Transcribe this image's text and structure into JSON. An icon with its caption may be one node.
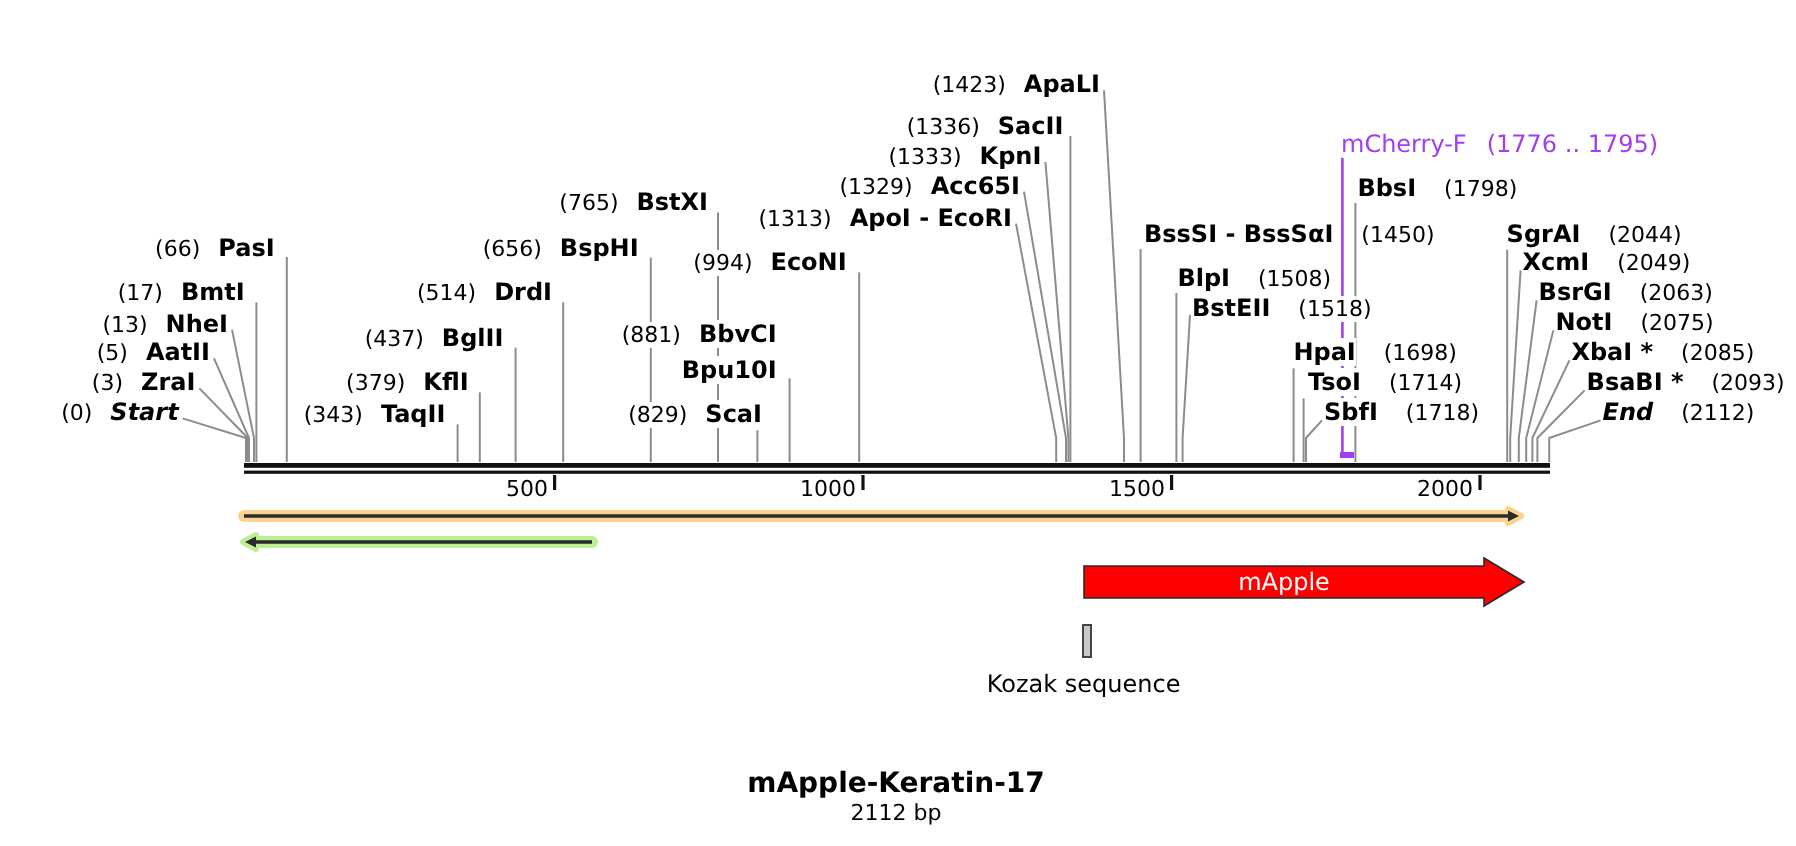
{
  "diagram": {
    "title": "mApple-Keratin-17",
    "caption": "2112 bp",
    "nodes": [
      {
        "text": [
          "(0)",
          "Start"
        ]
      },
      {
        "text": [
          "(3)",
          "ZraI"
        ]
      },
      {
        "text": [
          "(5)",
          "AatII"
        ]
      },
      {
        "text": [
          "(13)",
          "NheI"
        ]
      },
      {
        "text": [
          "(17)",
          "BmtI"
        ]
      },
      {
        "text": [
          "(66)",
          "PasI"
        ]
      },
      {
        "text": [
          "(343)",
          "TaqII"
        ]
      },
      {
        "text": [
          "(379)",
          "KflI"
        ]
      },
      {
        "text": [
          "(437)",
          "BglII"
        ]
      },
      {
        "text": [
          "(514)",
          "DrdI"
        ]
      },
      {
        "text": [
          "(656)",
          "BspHI"
        ]
      },
      {
        "text": [
          "(765)",
          "BstXI"
        ]
      },
      {
        "text": [
          "(829)",
          "ScaI"
        ]
      },
      {
        "text": [
          "(881)",
          "BbvCI",
          "Bpu10I"
        ]
      },
      {
        "text": [
          "(994)",
          "EcoNI"
        ]
      },
      {
        "text": [
          "(1313)",
          "ApoI - EcoRI"
        ]
      },
      {
        "text": [
          "(1329)",
          "Acc65I"
        ]
      },
      {
        "text": [
          "(1333)",
          "KpnI"
        ]
      },
      {
        "text": [
          "(1336)",
          "SacII"
        ]
      },
      {
        "text": [
          "(1423)",
          "ApaLI"
        ]
      },
      {
        "text": [
          "BssSI - BssSαI",
          "(1450)"
        ]
      },
      {
        "text": [
          "BlpI",
          "(1508)"
        ]
      },
      {
        "text": [
          "BstEII",
          "(1518)"
        ]
      },
      {
        "text": [
          "HpaI",
          "(1698)"
        ]
      },
      {
        "text": [
          "TsoI",
          "(1714)"
        ]
      },
      {
        "text": [
          "SbfI",
          "(1718)"
        ]
      },
      {
        "text": [
          "mCherry-F",
          "(1776 .. 1795)"
        ]
      },
      {
        "text": [
          "BbsI",
          "(1798)"
        ]
      },
      {
        "text": [
          "SgrAI",
          "(2044)"
        ]
      },
      {
        "text": [
          "XcmI",
          "(2049)"
        ]
      },
      {
        "text": [
          "BsrGI",
          "(2063)"
        ]
      },
      {
        "text": [
          "NotI",
          "(2075)"
        ]
      },
      {
        "text": [
          "XbaI *",
          "(2085)"
        ]
      },
      {
        "text": [
          "BsaBI *",
          "(2093)"
        ]
      },
      {
        "text": [
          "End",
          "(2112)"
        ]
      },
      {
        "text": [],
        "shape": "bar"
      },
      {
        "text": [],
        "shape": "bar"
      },
      {
        "text": [],
        "shape": "arrow"
      },
      {
        "text": [],
        "shape": "arrow"
      },
      {
        "text": [
          "mApple"
        ]
      },
      {
        "text": [
          "Kozak sequence"
        ]
      }
    ],
    "edges": [
      {
        "from": 0,
        "to": 35,
        "arrow": "none"
      },
      {
        "from": 1,
        "to": 35,
        "arrow": "none"
      },
      {
        "from": 2,
        "to": 35,
        "arrow": "none"
      },
      {
        "from": 3,
        "to": 35,
        "arrow": "none"
      },
      {
        "from": 4,
        "to": 35,
        "arrow": "none"
      },
      {
        "from": 5,
        "to": 35,
        "arrow": "none"
      },
      {
        "from": 6,
        "to": 35,
        "arrow": "none"
      },
      {
        "from": 7,
        "to": 35,
        "arrow": "none"
      },
      {
        "from": 8,
        "to": 35,
        "arrow": "none"
      },
      {
        "from": 9,
        "to": 35,
        "arrow": "none"
      },
      {
        "from": 10,
        "to": 35,
        "arrow": "none"
      },
      {
        "from": 11,
        "to": 35,
        "arrow": "none"
      },
      {
        "from": 12,
        "to": 35,
        "arrow": "none"
      },
      {
        "from": 13,
        "to": 35,
        "arrow": "none"
      },
      {
        "from": 14,
        "to": 35,
        "arrow": "none"
      },
      {
        "from": 15,
        "to": 35,
        "arrow": "none"
      },
      {
        "from": 16,
        "to": 35,
        "arrow": "none"
      },
      {
        "from": 17,
        "to": 35,
        "arrow": "none"
      },
      {
        "from": 18,
        "to": 35,
        "arrow": "none"
      },
      {
        "from": 19,
        "to": 35,
        "arrow": "none"
      },
      {
        "from": 20,
        "to": 35,
        "arrow": "none"
      },
      {
        "from": 21,
        "to": 35,
        "arrow": "none"
      },
      {
        "from": 22,
        "to": 35,
        "arrow": "none"
      },
      {
        "from": 23,
        "to": 35,
        "arrow": "none"
      },
      {
        "from": 24,
        "to": 35,
        "arrow": "none"
      },
      {
        "from": 25,
        "to": 35,
        "arrow": "none"
      },
      {
        "from": 26,
        "to": 36,
        "arrow": "none",
        "color": "#a03ef0"
      },
      {
        "from": 27,
        "to": 35,
        "arrow": "none"
      },
      {
        "from": 28,
        "to": 35,
        "arrow": "none"
      },
      {
        "from": 29,
        "to": 35,
        "arrow": "none"
      },
      {
        "from": 30,
        "to": 35,
        "arrow": "none"
      },
      {
        "from": 31,
        "to": 35,
        "arrow": "none"
      },
      {
        "from": 32,
        "to": 35,
        "arrow": "none"
      },
      {
        "from": 33,
        "to": 35,
        "arrow": "none"
      },
      {
        "from": 34,
        "to": 35,
        "arrow": "none"
      }
    ],
    "labels": [
      "500",
      "1000",
      "1500",
      "2000"
    ]
  }
}
